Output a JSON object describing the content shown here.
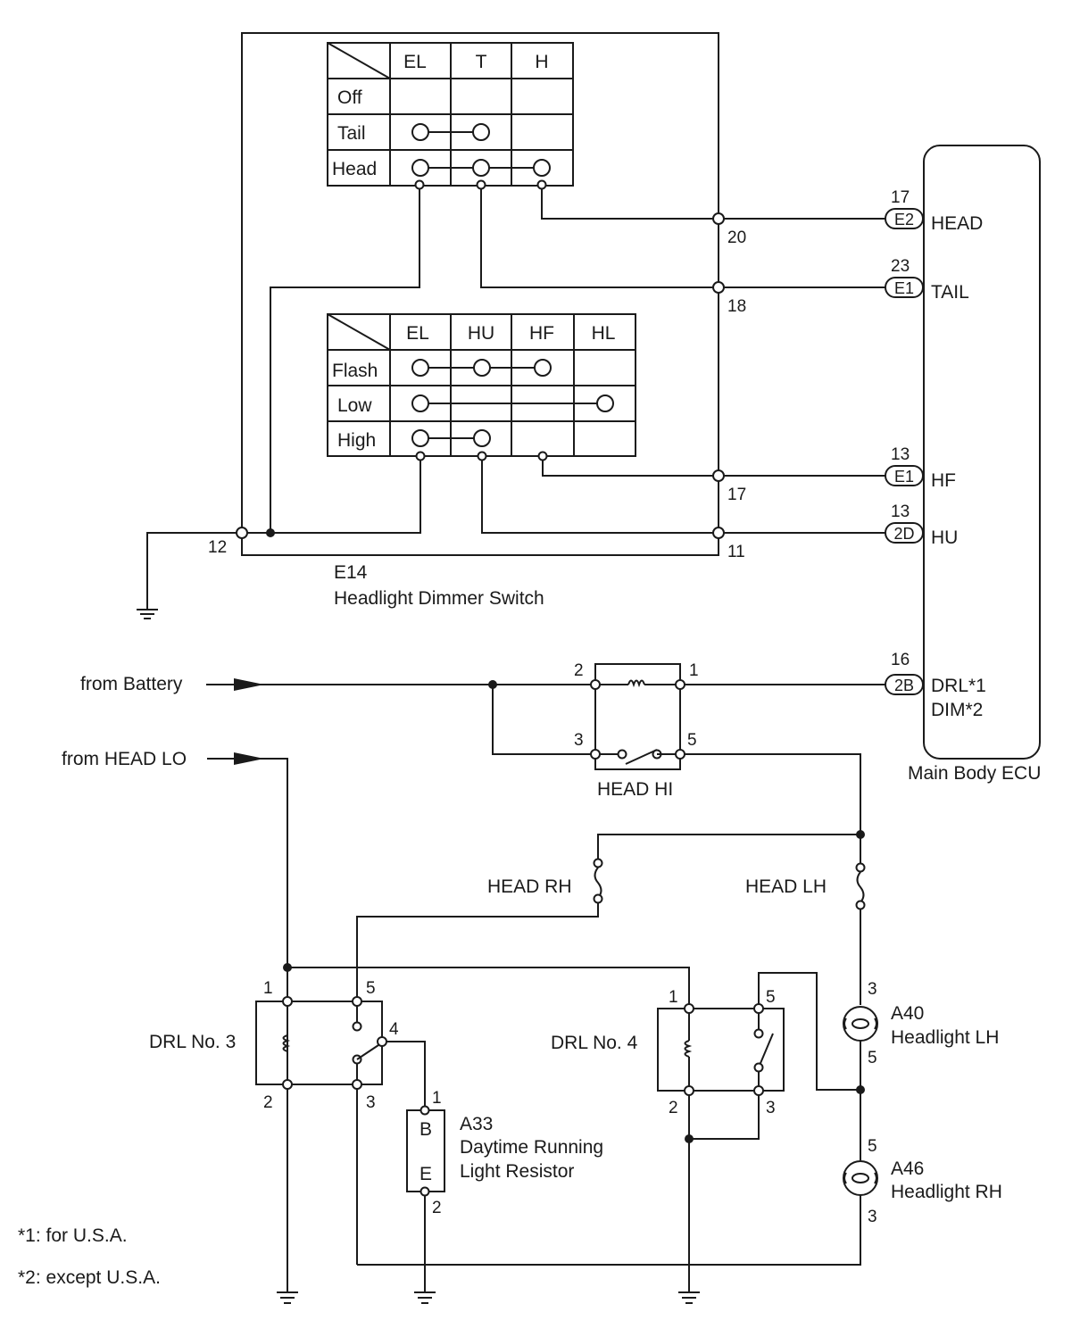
{
  "dimmer_switch": {
    "id": "E14",
    "name": "Headlight Dimmer Switch",
    "pins": {
      "left": "12",
      "head": "20",
      "tail": "18",
      "hf": "17",
      "hu": "11"
    },
    "light_table": {
      "columns": [
        "EL",
        "T",
        "H"
      ],
      "rows": [
        "Off",
        "Tail",
        "Head"
      ]
    },
    "beam_table": {
      "columns": [
        "EL",
        "HU",
        "HF",
        "HL"
      ],
      "rows": [
        "Flash",
        "Low",
        "High"
      ]
    }
  },
  "ecu": {
    "name": "Main Body ECU",
    "connectors": [
      {
        "pin": "17",
        "conn": "E2",
        "signal": "HEAD"
      },
      {
        "pin": "23",
        "conn": "E1",
        "signal": "TAIL"
      },
      {
        "pin": "13",
        "conn": "E1",
        "signal": "HF"
      },
      {
        "pin": "13",
        "conn": "2D",
        "signal": "HU"
      },
      {
        "pin": "16",
        "conn": "2B",
        "signal": "DRL*1",
        "signal2": "DIM*2"
      }
    ]
  },
  "sources": {
    "battery": "from Battery",
    "head_lo": "from HEAD LO"
  },
  "head_hi_relay": {
    "name": "HEAD HI",
    "pins": {
      "p2": "2",
      "p1": "1",
      "p3": "3",
      "p5": "5"
    }
  },
  "fuses": {
    "rh": "HEAD RH",
    "lh": "HEAD LH"
  },
  "drl3": {
    "name": "DRL No. 3",
    "pins": {
      "p1": "1",
      "p5": "5",
      "p4": "4",
      "p2": "2",
      "p3": "3"
    }
  },
  "drl4": {
    "name": "DRL No. 4",
    "pins": {
      "p1": "1",
      "p5": "5",
      "p2": "2",
      "p3": "3"
    }
  },
  "resistor": {
    "id": "A33",
    "line1": "Daytime Running",
    "line2": "Light Resistor",
    "term_b": "B",
    "term_e": "E",
    "pins": {
      "p1": "1",
      "p2": "2"
    }
  },
  "headlight_lh": {
    "id": "A40",
    "name": "Headlight LH",
    "pin_top": "3",
    "pin_bottom": "5"
  },
  "headlight_rh": {
    "id": "A46",
    "name": "Headlight RH",
    "pin_top": "5",
    "pin_bottom": "3"
  },
  "notes": [
    "*1: for U.S.A.",
    "*2: except U.S.A."
  ]
}
